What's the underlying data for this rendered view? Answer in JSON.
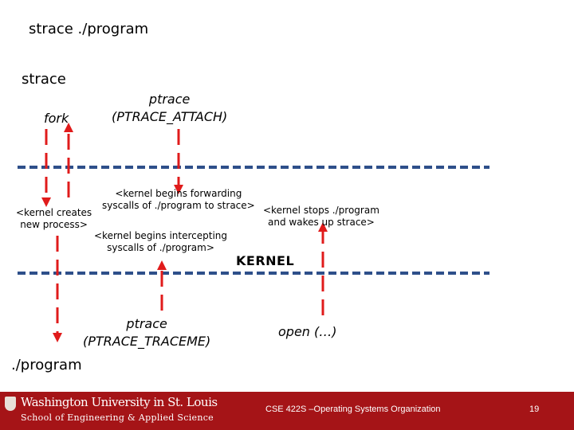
{
  "slide": {
    "command": "strace ./program",
    "strace_process": "strace",
    "fork_label": "fork",
    "ptrace_attach": [
      "ptrace",
      "(PTRACE_ATTACH)"
    ],
    "kernel_notes": {
      "creates": [
        "<kernel creates",
        "new process>"
      ],
      "forwarding": [
        "<kernel begins forwarding",
        "syscalls of ./program to strace>"
      ],
      "stops": [
        "<kernel stops ./program",
        "and wakes up strace>"
      ],
      "intercepting": [
        "<kernel begins intercepting",
        "syscalls of ./program>"
      ]
    },
    "kernel_label": "KERNEL",
    "ptrace_traceme": [
      "ptrace",
      "(PTRACE_TRACEME)"
    ],
    "open_call": "open (…)",
    "program_process": "./program"
  },
  "colors": {
    "arrow": "#e01b1b",
    "boundary": "#2e4f8a",
    "footer_bg": "#a51417"
  },
  "footer": {
    "university": "Washington University in St. Louis",
    "school": "School of Engineering & Applied Science",
    "course": "CSE 422S –Operating Systems Organization",
    "page": "19"
  }
}
